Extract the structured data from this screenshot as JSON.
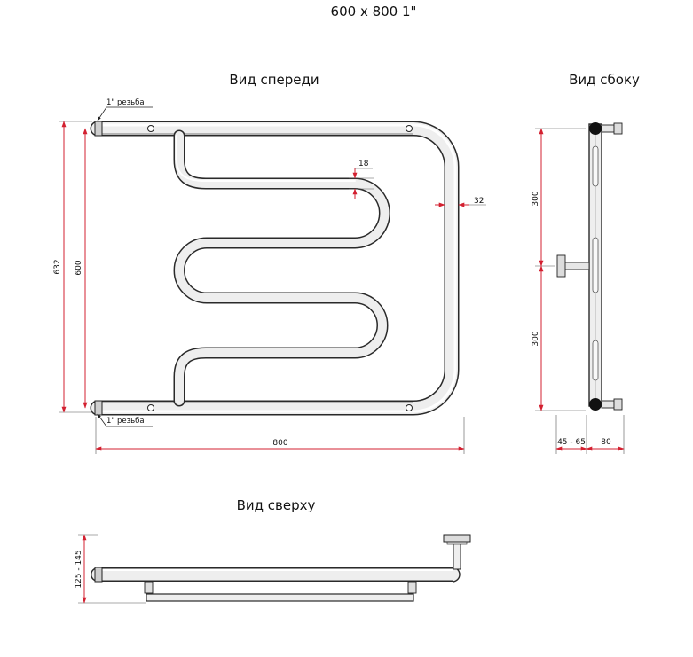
{
  "header": {
    "title": "600 x 800 1\""
  },
  "views": {
    "front": "Вид спереди",
    "side": "Вид сбоку",
    "top": "Вид сверху"
  },
  "notes": {
    "thread_top": "1\" резьба",
    "thread_bottom": "1\" резьба"
  },
  "dimensions": {
    "overall_height": "632",
    "axis_height": "600",
    "width": "800",
    "gap": "18",
    "pipe_diameter": "32",
    "side_upper": "300",
    "side_lower": "300",
    "wall_offset": "45 - 65",
    "mount_depth": "80",
    "top_depth": "125 - 145"
  },
  "colors": {
    "dimension": "#d32030",
    "outline": "#2a2a2a",
    "pipe_fill": "#eeeeee"
  }
}
